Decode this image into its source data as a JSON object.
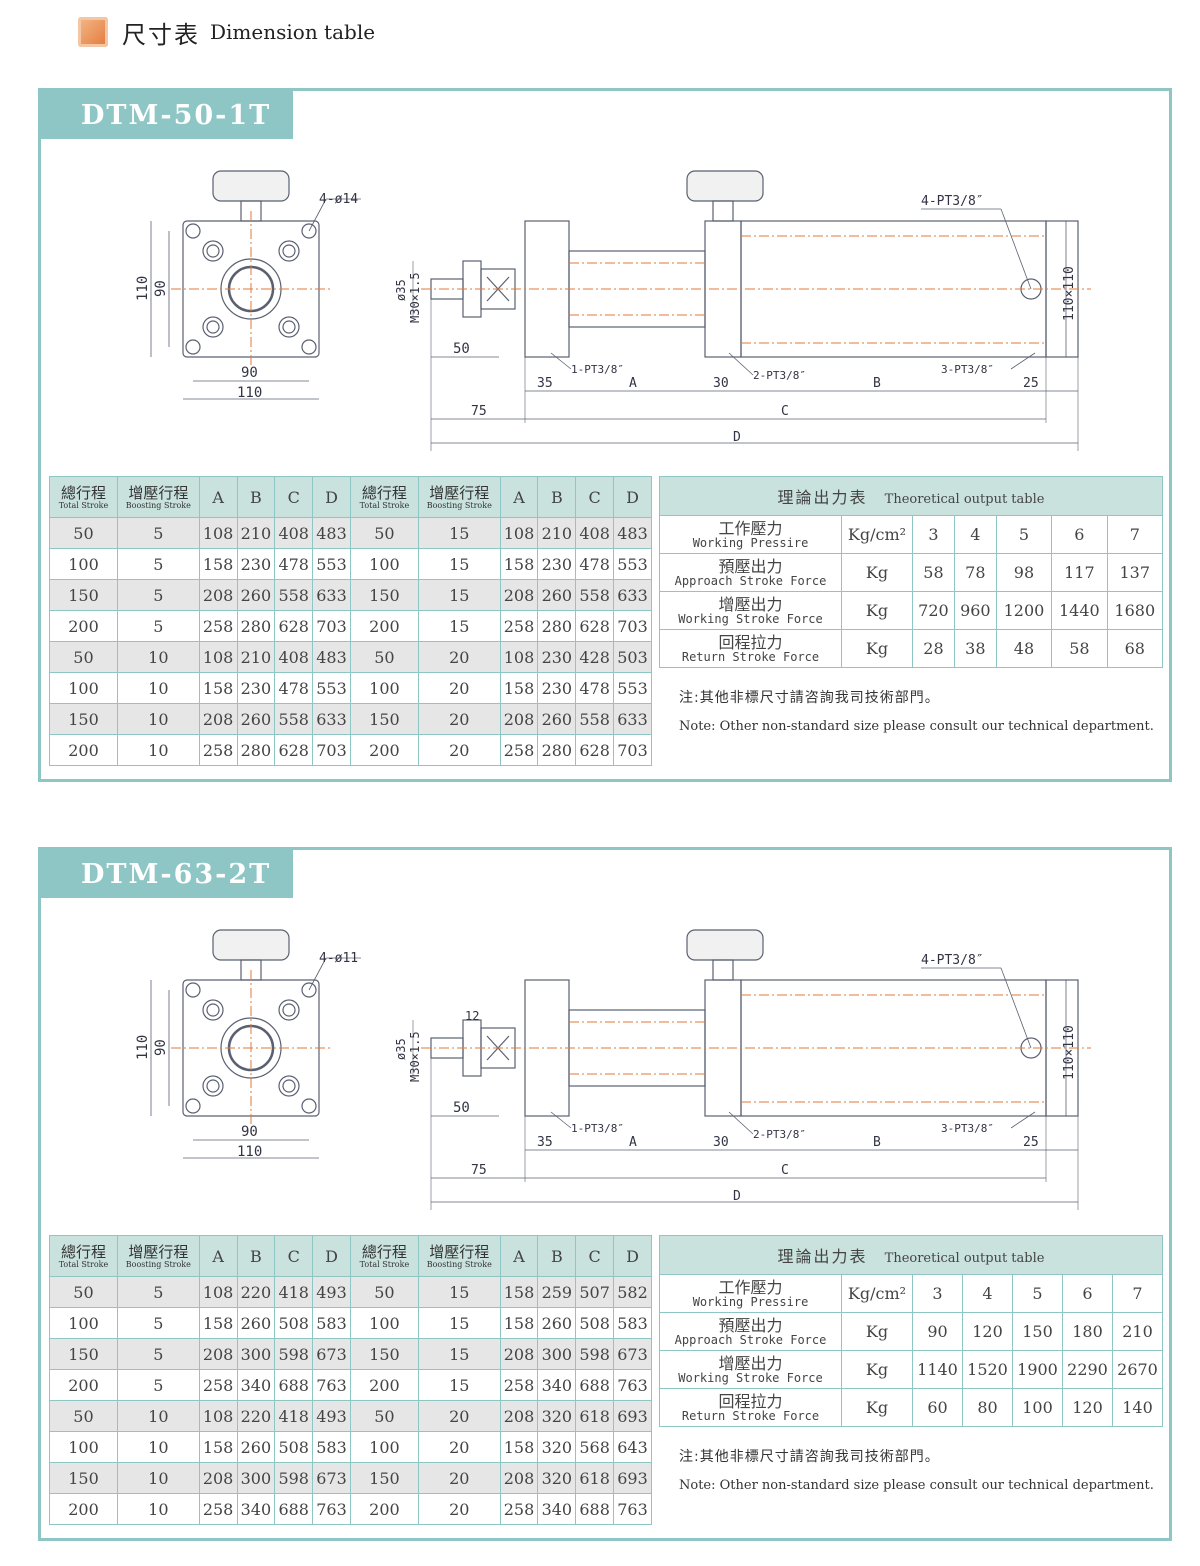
{
  "header": {
    "title_zh": "尺寸表",
    "title_en": "Dimension table"
  },
  "panels": [
    {
      "model": "DTM-50-1T",
      "labels": {
        "hole": "4-ø14",
        "side_h1": "110",
        "side_h2": "90",
        "bottom_w1": "90",
        "bottom_w2": "110",
        "rod_d": "ø35",
        "thread": "M30×1.5",
        "rod_len": "50",
        "port1": "1-PT3/8″",
        "port2": "2-PT3/8″",
        "port3": "3-PT3/8″",
        "port4": "4-PT3/8″",
        "square": "110×110",
        "d35": "35",
        "dA": "A",
        "d30": "30",
        "dB": "B",
        "d25": "25",
        "d75": "75",
        "dC": "C",
        "dD": "D",
        "d12": ""
      },
      "dim_headers": [
        {
          "zh": "總行程",
          "en": "Total Stroke"
        },
        {
          "zh": "增壓行程",
          "en": "Boosting Stroke"
        },
        "A",
        "B",
        "C",
        "D",
        {
          "zh": "總行程",
          "en": "Total Stroke"
        },
        {
          "zh": "增壓行程",
          "en": "Boosting Stroke"
        },
        "A",
        "B",
        "C",
        "D"
      ],
      "dim_rows": [
        [
          "50",
          "5",
          "108",
          "210",
          "408",
          "483",
          "50",
          "15",
          "108",
          "210",
          "408",
          "483"
        ],
        [
          "100",
          "5",
          "158",
          "230",
          "478",
          "553",
          "100",
          "15",
          "158",
          "230",
          "478",
          "553"
        ],
        [
          "150",
          "5",
          "208",
          "260",
          "558",
          "633",
          "150",
          "15",
          "208",
          "260",
          "558",
          "633"
        ],
        [
          "200",
          "5",
          "258",
          "280",
          "628",
          "703",
          "200",
          "15",
          "258",
          "280",
          "628",
          "703"
        ],
        [
          "50",
          "10",
          "108",
          "210",
          "408",
          "483",
          "50",
          "20",
          "108",
          "230",
          "428",
          "503"
        ],
        [
          "100",
          "10",
          "158",
          "230",
          "478",
          "553",
          "100",
          "20",
          "158",
          "230",
          "478",
          "553"
        ],
        [
          "150",
          "10",
          "208",
          "260",
          "558",
          "633",
          "150",
          "20",
          "208",
          "260",
          "558",
          "633"
        ],
        [
          "200",
          "10",
          "258",
          "280",
          "628",
          "703",
          "200",
          "20",
          "258",
          "280",
          "628",
          "703"
        ]
      ],
      "output": {
        "title_zh": "理論出力表",
        "title_en": "Theoretical output table",
        "rows": [
          {
            "zh": "工作壓力",
            "en": "Working Pressire",
            "unit": "Kg/cm²",
            "values": [
              "3",
              "4",
              "5",
              "6",
              "7"
            ]
          },
          {
            "zh": "預壓出力",
            "en": "Approach Stroke Force",
            "unit": "Kg",
            "values": [
              "58",
              "78",
              "98",
              "117",
              "137"
            ]
          },
          {
            "zh": "增壓出力",
            "en": "Working Stroke Force",
            "unit": "Kg",
            "values": [
              "720",
              "960",
              "1200",
              "1440",
              "1680"
            ]
          },
          {
            "zh": "回程拉力",
            "en": "Return Stroke Force",
            "unit": "Kg",
            "values": [
              "28",
              "38",
              "48",
              "58",
              "68"
            ]
          }
        ]
      },
      "note_zh": "注:其他非標尺寸請咨詢我司技術部門。",
      "note_en": "Note: Other non-standard size please consult our technical department."
    },
    {
      "model": "DTM-63-2T",
      "labels": {
        "hole": "4-ø11",
        "side_h1": "110",
        "side_h2": "90",
        "bottom_w1": "90",
        "bottom_w2": "110",
        "rod_d": "ø35",
        "thread": "M30×1.5",
        "rod_len": "50",
        "port1": "1-PT3/8″",
        "port2": "2-PT3/8″",
        "port3": "3-PT3/8″",
        "port4": "4-PT3/8″",
        "square": "110×110",
        "d35": "35",
        "dA": "A",
        "d30": "30",
        "dB": "B",
        "d25": "25",
        "d75": "75",
        "dC": "C",
        "dD": "D",
        "d12": "12"
      },
      "dim_headers": [
        {
          "zh": "總行程",
          "en": "Total Stroke"
        },
        {
          "zh": "增壓行程",
          "en": "Boosting Stroke"
        },
        "A",
        "B",
        "C",
        "D",
        {
          "zh": "總行程",
          "en": "Total Stroke"
        },
        {
          "zh": "增壓行程",
          "en": "Boosting Stroke"
        },
        "A",
        "B",
        "C",
        "D"
      ],
      "dim_rows": [
        [
          "50",
          "5",
          "108",
          "220",
          "418",
          "493",
          "50",
          "15",
          "158",
          "259",
          "507",
          "582"
        ],
        [
          "100",
          "5",
          "158",
          "260",
          "508",
          "583",
          "100",
          "15",
          "158",
          "260",
          "508",
          "583"
        ],
        [
          "150",
          "5",
          "208",
          "300",
          "598",
          "673",
          "150",
          "15",
          "208",
          "300",
          "598",
          "673"
        ],
        [
          "200",
          "5",
          "258",
          "340",
          "688",
          "763",
          "200",
          "15",
          "258",
          "340",
          "688",
          "763"
        ],
        [
          "50",
          "10",
          "108",
          "220",
          "418",
          "493",
          "50",
          "20",
          "208",
          "320",
          "618",
          "693"
        ],
        [
          "100",
          "10",
          "158",
          "260",
          "508",
          "583",
          "100",
          "20",
          "158",
          "320",
          "568",
          "643"
        ],
        [
          "150",
          "10",
          "208",
          "300",
          "598",
          "673",
          "150",
          "20",
          "208",
          "320",
          "618",
          "693"
        ],
        [
          "200",
          "10",
          "258",
          "340",
          "688",
          "763",
          "200",
          "20",
          "258",
          "340",
          "688",
          "763"
        ]
      ],
      "output": {
        "title_zh": "理論出力表",
        "title_en": "Theoretical output table",
        "rows": [
          {
            "zh": "工作壓力",
            "en": "Working Pressire",
            "unit": "Kg/cm²",
            "values": [
              "3",
              "4",
              "5",
              "6",
              "7"
            ]
          },
          {
            "zh": "預壓出力",
            "en": "Approach Stroke Force",
            "unit": "Kg",
            "values": [
              "90",
              "120",
              "150",
              "180",
              "210"
            ]
          },
          {
            "zh": "增壓出力",
            "en": "Working Stroke Force",
            "unit": "Kg",
            "values": [
              "1140",
              "1520",
              "1900",
              "2290",
              "2670"
            ]
          },
          {
            "zh": "回程拉力",
            "en": "Return Stroke Force",
            "unit": "Kg",
            "values": [
              "60",
              "80",
              "100",
              "120",
              "140"
            ]
          }
        ]
      },
      "note_zh": "注:其他非標尺寸請咨詢我司技術部門。",
      "note_en": "Note: Other non-standard size please consult our technical department."
    }
  ]
}
